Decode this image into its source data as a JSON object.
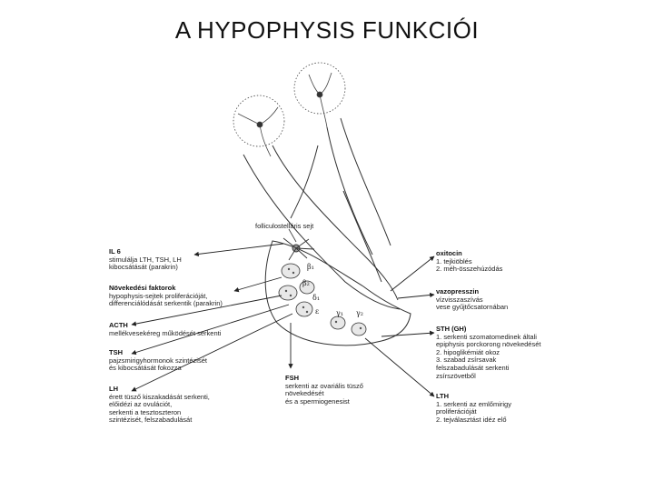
{
  "title": "A HYPOPHYSIS FUNKCIÓI",
  "folliculostellate": "folliculostelláris sejt",
  "cells": [
    "β₁",
    "β₂",
    "δ₁",
    "ε",
    "γ₁",
    "γ₂"
  ],
  "left": [
    {
      "head": "IL 6",
      "lines": [
        "stimulálja LTH, TSH, LH",
        "kibocsátását (parakrin)"
      ]
    },
    {
      "head": "Növekedési faktorok",
      "lines": [
        "hypophysis-sejtek proliferációját,",
        "differenciálódását serkentik (parakrin)"
      ]
    },
    {
      "head": "ACTH",
      "lines": [
        "mellékvesekéreg működését serkenti"
      ]
    },
    {
      "head": "TSH",
      "lines": [
        "pajzsmirigyhormonok szintézisét",
        "és kibocsátását fokozza"
      ]
    },
    {
      "head": "LH",
      "lines": [
        "érett tüsző kiszakadását serkenti,",
        "előidézi az ovulációt,",
        "serkenti a tesztoszteron",
        "szintézisét, felszabadulását"
      ]
    }
  ],
  "right": [
    {
      "head": "oxitocin",
      "lines": [
        "1. tejkiöblés",
        "2. méh-összehúzódás"
      ]
    },
    {
      "head": "vazopresszin",
      "lines": [
        "vízvisszaszívás",
        "vese gyűjtőcsatornában"
      ]
    },
    {
      "head": "STH (GH)",
      "lines": [
        "1. serkenti szomatomedinek általi",
        "epiphysis porckorong növekedését",
        "2. hipoglikémiát okoz",
        "3. szabad zsírsavak",
        "felszabadulását serkenti",
        "zsírszövetből"
      ]
    },
    {
      "head": "LTH",
      "lines": [
        "1. serkenti az emlőmirigy",
        "proliferációját",
        "2. tejválasztást idéz elő"
      ]
    }
  ],
  "bottom": {
    "head": "FSH",
    "lines": [
      "serkenti az ovariális tüsző",
      "növekedését",
      "és a spermiogenesist"
    ]
  }
}
